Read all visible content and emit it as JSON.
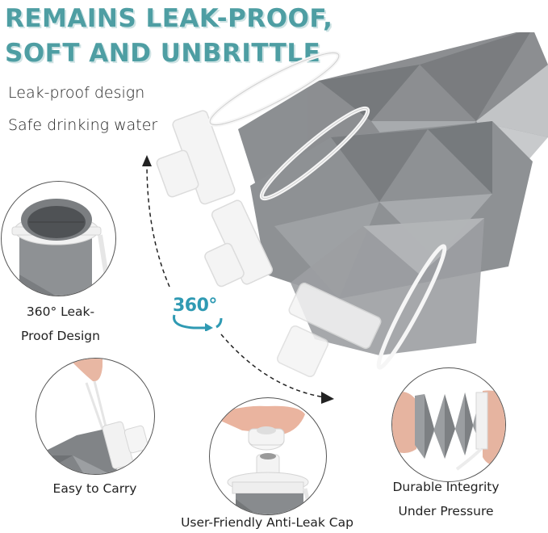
{
  "headline": {
    "line1": "REMAINS LEAK-PROOF,",
    "line2": "SOFT AND UNBRITTLE",
    "color": "#4e9ea3"
  },
  "subtext": {
    "items": [
      "Leak-proof design",
      "Safe drinking water"
    ]
  },
  "rotation_badge": {
    "label": "360°",
    "icon": "rotate-360-icon",
    "color": "#2f9ab3"
  },
  "features": [
    {
      "id": "leak-proof",
      "line1": "360° Leak-",
      "line2": "Proof Design",
      "icon": "bottle-opening-image"
    },
    {
      "id": "easy-carry",
      "line1": "Easy to Carry",
      "icon": "bottle-strap-carry-image"
    },
    {
      "id": "anti-leak-cap",
      "line1": "User-Friendly Anti-Leak Cap",
      "icon": "bottle-cap-image"
    },
    {
      "id": "durable",
      "line1": "Durable Integrity",
      "line2": "Under Pressure",
      "icon": "collapsed-bottle-image"
    }
  ],
  "colors": {
    "bottle_dark": "#7c7f82",
    "bottle_mid": "#9a9d9f",
    "bottle_light": "#b9bbbd",
    "cap": "#f2f2f2"
  }
}
